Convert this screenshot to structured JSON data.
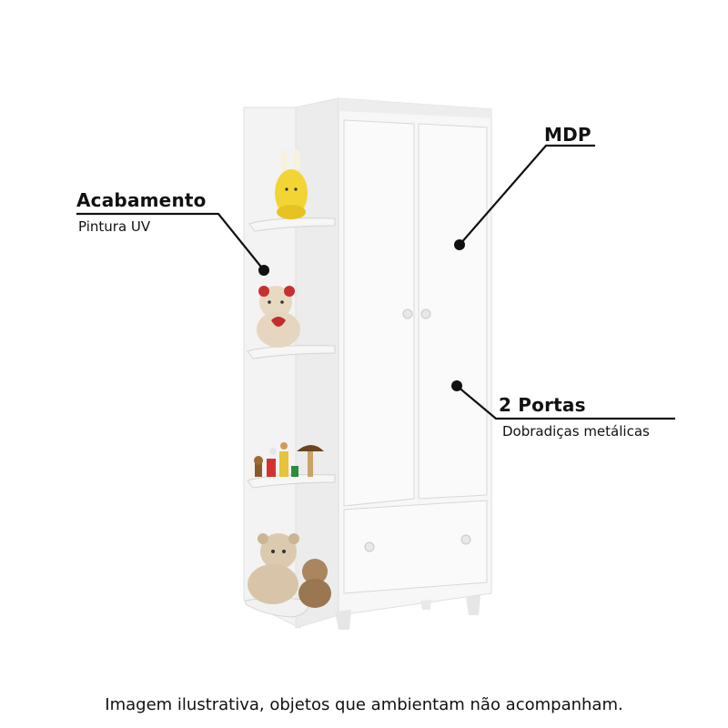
{
  "callouts": {
    "finish": {
      "title": "Acabamento",
      "subtitle": "Pintura UV"
    },
    "material": {
      "title": "MDP"
    },
    "doors": {
      "title": "2 Portas",
      "subtitle": "Dobradiças metálicas"
    }
  },
  "caption": "Imagem ilustrativa, objetos que ambientam não acompanham.",
  "colors": {
    "background": "#ffffff",
    "furniture": "#f4f4f4",
    "line": "#111111",
    "bunny_toy": "#f2d535",
    "teddy_light": "#e6d6bf",
    "teddy_dark": "#a9865f"
  }
}
